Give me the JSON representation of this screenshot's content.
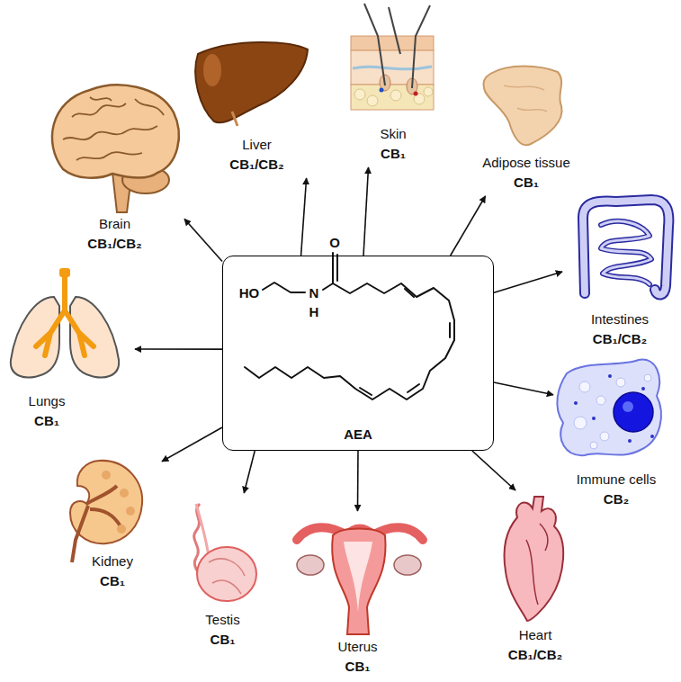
{
  "diagram": {
    "nodes": [
      {
        "text": [
          "AEA"
        ]
      },
      {
        "text": [
          "Brain",
          "CB₁/CB₂"
        ]
      },
      {
        "text": [
          "Liver",
          "CB₁/CB₂"
        ]
      },
      {
        "text": [
          "Skin",
          "CB₁"
        ]
      },
      {
        "text": [
          "Adipose tissue",
          "CB₁"
        ]
      },
      {
        "text": [
          "Intestines",
          "CB₁/CB₂"
        ]
      },
      {
        "text": [
          "Immune cells",
          "CB₂"
        ]
      },
      {
        "text": [
          "Heart",
          "CB₁/CB₂"
        ]
      },
      {
        "text": [
          "Uterus",
          "CB₁"
        ]
      },
      {
        "text": [
          "Testis",
          "CB₁"
        ]
      },
      {
        "text": [
          "Kidney",
          "CB₁"
        ]
      },
      {
        "text": [
          "Lungs",
          "CB₁"
        ]
      }
    ],
    "edges": [
      {
        "from": 0,
        "to": 1,
        "arrow": "to"
      },
      {
        "from": 0,
        "to": 2,
        "arrow": "to"
      },
      {
        "from": 0,
        "to": 3,
        "arrow": "to"
      },
      {
        "from": 0,
        "to": 4,
        "arrow": "to"
      },
      {
        "from": 0,
        "to": 5,
        "arrow": "to"
      },
      {
        "from": 0,
        "to": 6,
        "arrow": "to"
      },
      {
        "from": 0,
        "to": 7,
        "arrow": "to"
      },
      {
        "from": 0,
        "to": 8,
        "arrow": "to"
      },
      {
        "from": 0,
        "to": 9,
        "arrow": "to"
      },
      {
        "from": 0,
        "to": 10,
        "arrow": "to"
      },
      {
        "from": 0,
        "to": 11,
        "arrow": "to"
      }
    ],
    "labels": [
      "HO",
      "N",
      "H",
      "O"
    ]
  }
}
